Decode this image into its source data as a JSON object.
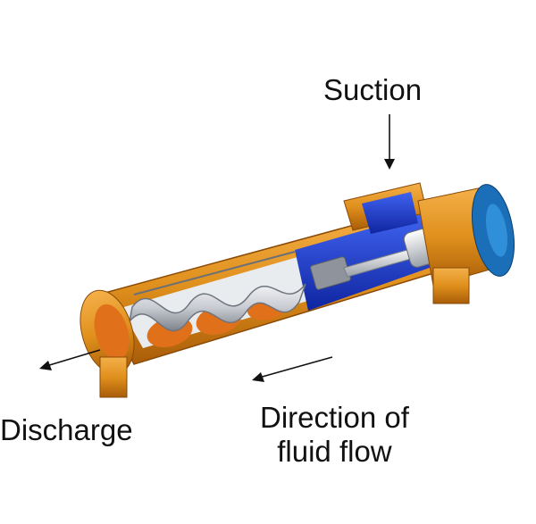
{
  "labels": {
    "suction": "Suction",
    "discharge": "Discharge",
    "direction_line1": "Direction of",
    "direction_line2": "fluid flow"
  },
  "colors": {
    "casing_orange": "#e0901c",
    "casing_dark": "#a85c08",
    "inlet_blue": "#1c3fd6",
    "flange_blue": "#1a6fb8",
    "rotor_gray": "#c9ccd2",
    "stator_orange": "#e0701a"
  }
}
